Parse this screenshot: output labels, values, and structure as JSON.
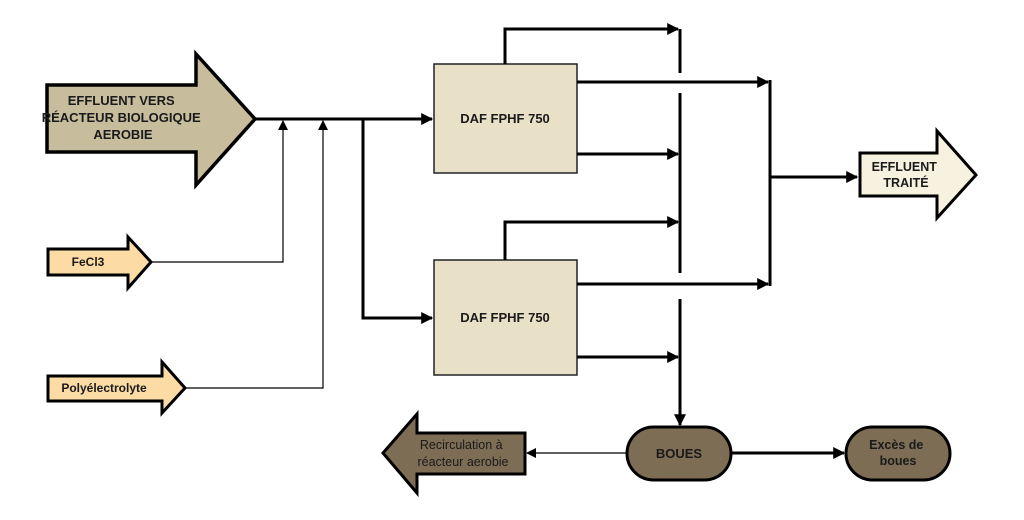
{
  "diagram": {
    "colors": {
      "influent_fill": "#c7bd9d",
      "reagent_fill": "#fddba5",
      "daf_fill": "#e8e1c8",
      "effluent_fill": "#f7f2e0",
      "sludge_fill": "#7e6d55",
      "line": "#000000"
    },
    "nodes": {
      "influent": {
        "lines": [
          "EFFLUENT VERS",
          "RÉACTEUR BIOLOGIQUE",
          "AEROBIE"
        ]
      },
      "fecl3": {
        "label": "FeCl3"
      },
      "polyelectrolyte": {
        "label": "Polyélectrolyte"
      },
      "daf1": {
        "label": "DAF FPHF 750"
      },
      "daf2": {
        "label": "DAF FPHF 750"
      },
      "effluent_treated": {
        "lines": [
          "EFFLUENT",
          "TRAITÉ"
        ]
      },
      "sludge": {
        "label": "BOUES"
      },
      "excess_sludge": {
        "lines": [
          "Excès de",
          "boues"
        ]
      },
      "recirculation": {
        "lines": [
          "Recirculation à",
          "réacteur aerobie"
        ]
      }
    },
    "edges": [
      {
        "from": "influent",
        "to": "daf1"
      },
      {
        "from": "influent",
        "to": "daf2"
      },
      {
        "from": "fecl3",
        "to": "influent-line"
      },
      {
        "from": "polyelectrolyte",
        "to": "influent-line"
      },
      {
        "from": "daf1",
        "to": "sludge-collector"
      },
      {
        "from": "daf2",
        "to": "sludge-collector"
      },
      {
        "from": "daf1",
        "to": "effluent-collector"
      },
      {
        "from": "daf2",
        "to": "effluent-collector"
      },
      {
        "from": "effluent-collector",
        "to": "effluent_treated"
      },
      {
        "from": "sludge-collector",
        "to": "sludge"
      },
      {
        "from": "sludge",
        "to": "excess_sludge"
      },
      {
        "from": "sludge",
        "to": "recirculation"
      }
    ]
  }
}
